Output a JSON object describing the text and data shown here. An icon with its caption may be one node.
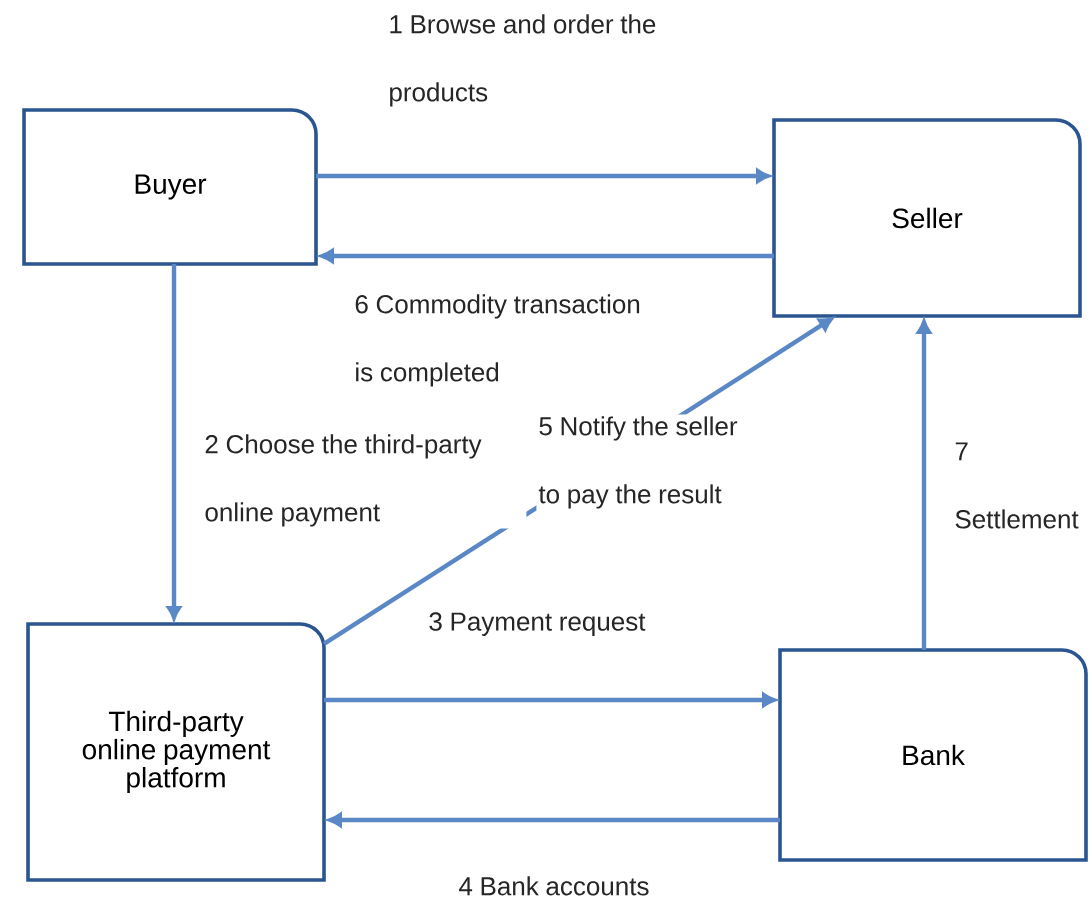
{
  "diagram": {
    "nodes": [
      {
        "text": [
          "Buyer"
        ]
      },
      {
        "text": [
          "Seller"
        ]
      },
      {
        "text": [
          "Third-party online payment platform"
        ]
      },
      {
        "text": [
          "Bank"
        ]
      }
    ],
    "edges": [
      {
        "from": 0,
        "to": 1,
        "arrow": "to",
        "label": "1 Browse and order the products"
      },
      {
        "from": 1,
        "to": 0,
        "arrow": "to",
        "label": "6 Commodity transaction is completed"
      },
      {
        "from": 0,
        "to": 2,
        "arrow": "to",
        "label": "2 Choose the third-party online payment"
      },
      {
        "from": 2,
        "to": 1,
        "arrow": "to",
        "label": "5 Notify the seller to pay the result"
      },
      {
        "from": 2,
        "to": 3,
        "arrow": "to",
        "label": "3 Payment request"
      },
      {
        "from": 3,
        "to": 2,
        "arrow": "to",
        "label": "4 Bank accounts"
      },
      {
        "from": 3,
        "to": 1,
        "arrow": "to",
        "label": "7 Settlement"
      }
    ]
  }
}
